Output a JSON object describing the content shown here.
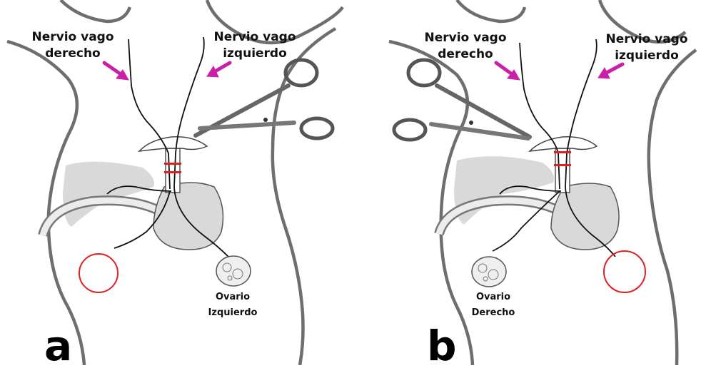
{
  "panels": [
    {
      "letter": "a",
      "nerve_right_l1": "Nervio vago",
      "nerve_right_l2": "derecho",
      "nerve_left_l1": "Nervio vago",
      "nerve_left_l2": "izquierdo",
      "ovary_l1": "Ovario",
      "ovary_l2": "Izquierdo"
    },
    {
      "letter": "b",
      "nerve_right_l1": "Nervio vago",
      "nerve_right_l2": "derecho",
      "nerve_left_l1": "Nervio vago",
      "nerve_left_l2": "izquierdo",
      "ovary_l1": "Ovario",
      "ovary_l2": "Derecho"
    }
  ],
  "colors": {
    "arrow": "#cc1fa8",
    "cut_mark": "#e02020",
    "target_circle": "#e02020",
    "outline": "#6e6e6e",
    "organ_fill": "#d9d9d9"
  },
  "icons": [
    "scissors-icon",
    "ovary-icon",
    "arrow-icon"
  ]
}
